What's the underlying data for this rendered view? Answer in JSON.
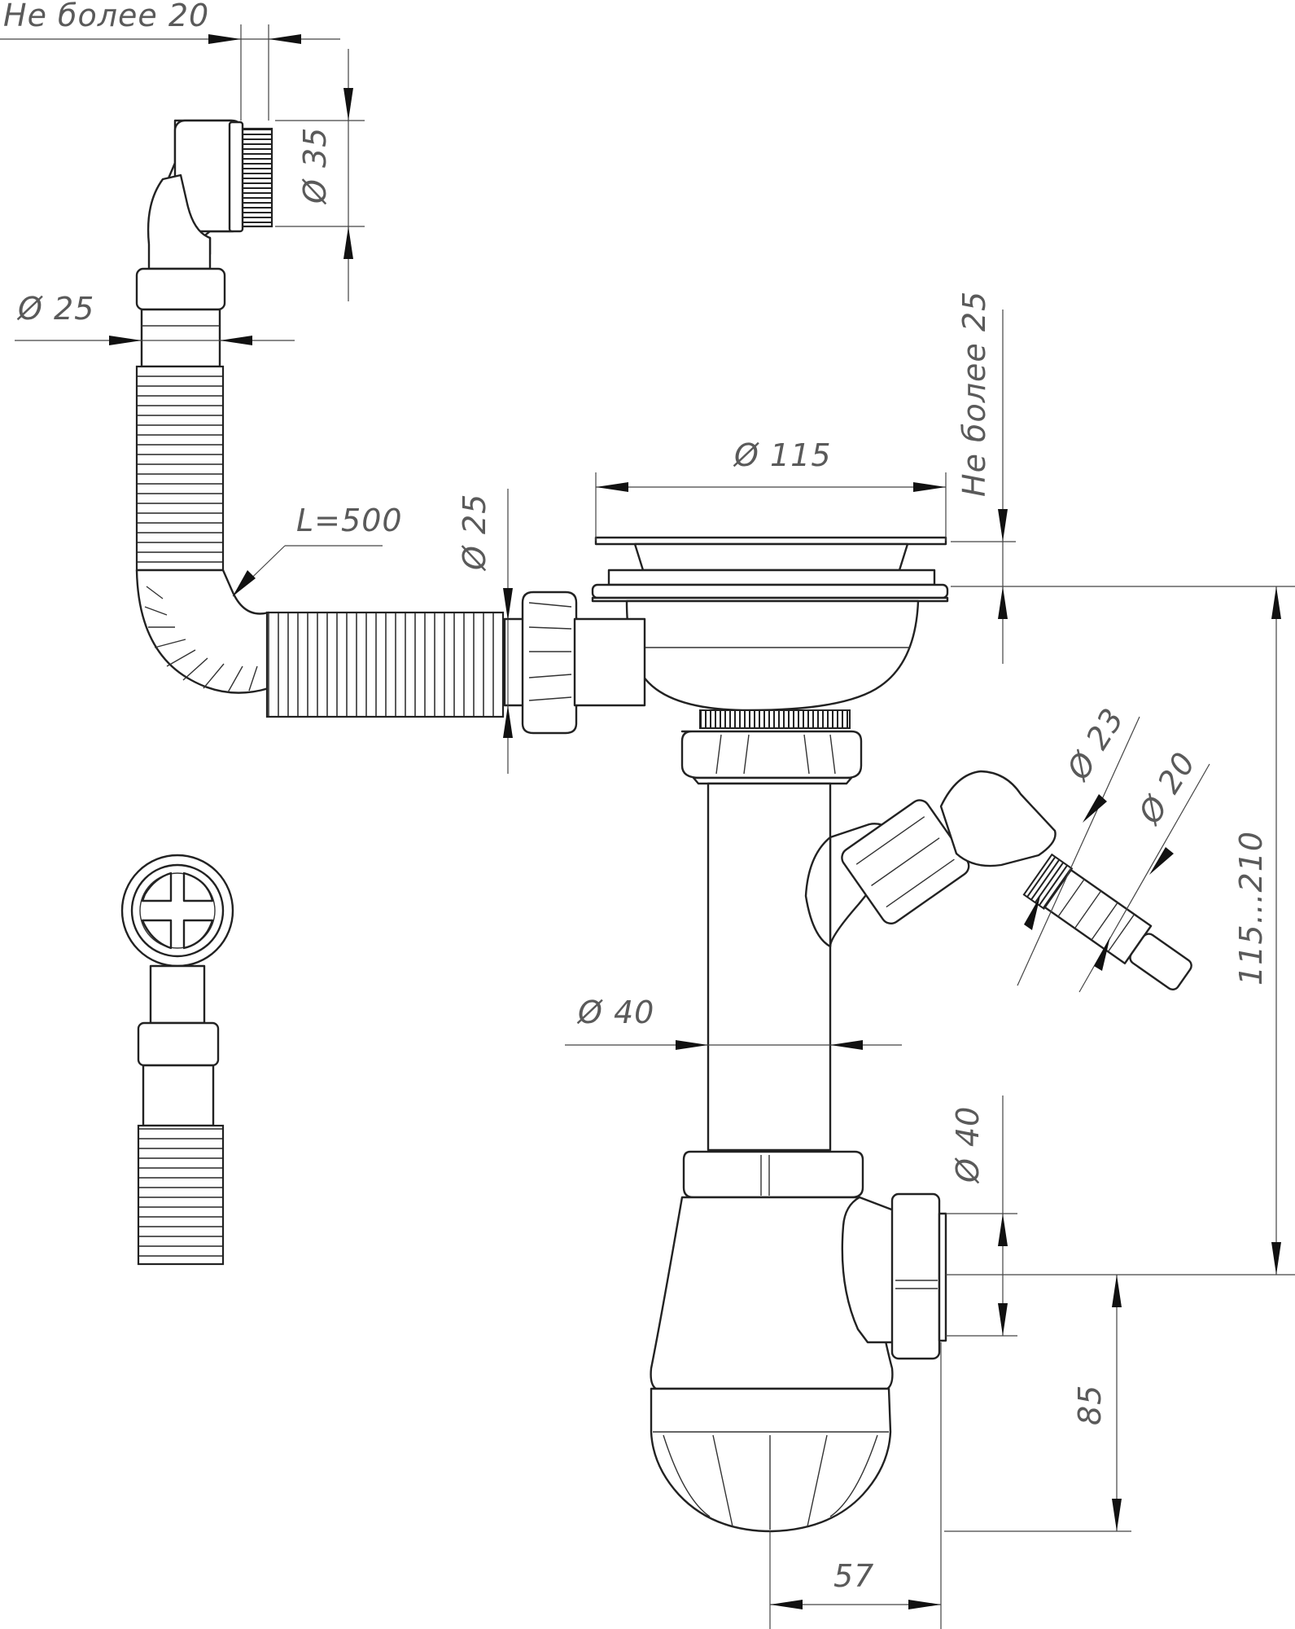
{
  "labels": {
    "not_more_20": "Не более 20",
    "dia_35": "Ø 35",
    "dia_25_top": "Ø 25",
    "hose_length": "L=500",
    "dia_25_side": "Ø 25",
    "dia_115": "Ø 115",
    "not_more_25": "Не более 25",
    "dia_23": "Ø 23",
    "dia_20": "Ø 20",
    "range_115_210": "115…210",
    "dia_40_pipe": "Ø 40",
    "dia_40_outlet": "Ø 40",
    "dim_85": "85",
    "dim_57": "57"
  },
  "colors": {
    "line": "#222222",
    "dimension_text": "#5a5a5a",
    "background": "#ffffff"
  }
}
